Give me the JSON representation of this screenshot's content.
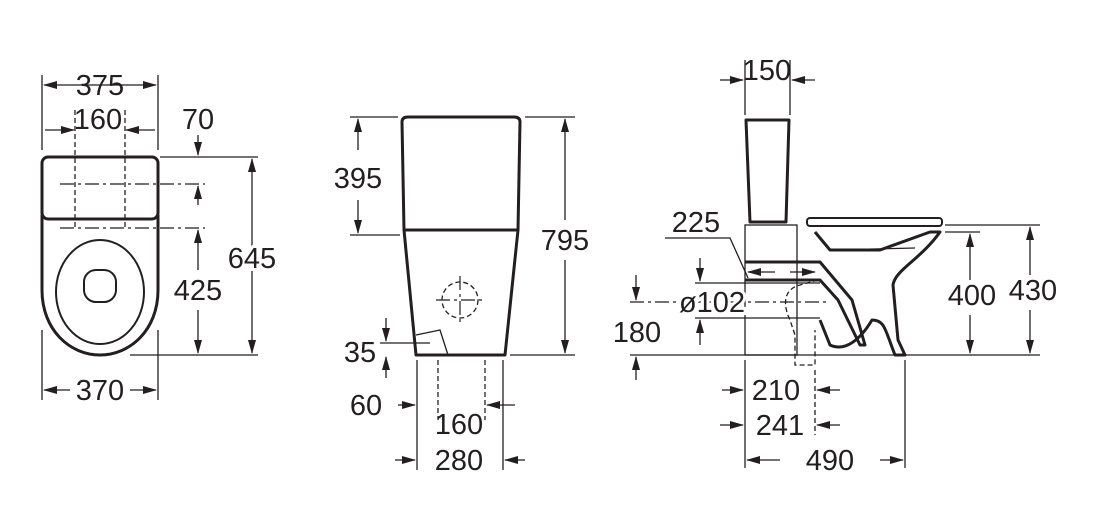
{
  "top_view": {
    "width_top": "375",
    "seat_fix": "160",
    "offset": "70",
    "depth": "645",
    "seat_to_front": "425",
    "width_bottom": "370"
  },
  "front_view": {
    "tank_height": "395",
    "total_height": "795",
    "inlet_height": "35",
    "inlet_offset": "60",
    "fix_spacing": "160",
    "base_width": "280"
  },
  "side_view": {
    "tank_depth": "150",
    "outlet_depth": "225",
    "outlet_diameter": "ø102",
    "outlet_height": "180",
    "rim_height": "400",
    "seat_height": "430",
    "axis_210": "210",
    "axis_241": "241",
    "total_depth": "490"
  }
}
